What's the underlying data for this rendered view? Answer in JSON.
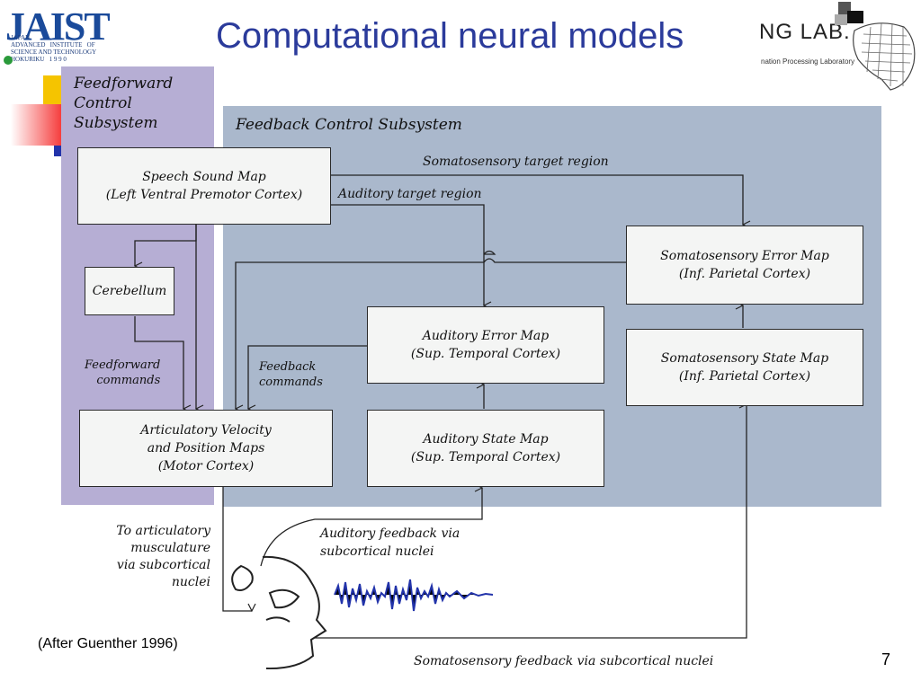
{
  "header": {
    "logo_main": "JAIST",
    "logo_sub": "JAPAN\nADVANCED   INSTITUTE   OF\nSCIENCE AND TECHNOLOGY\nHOKURIKU   1 9 9 0",
    "title": "Computational neural models",
    "lab_name": "NG LAB.",
    "lab_subtitle": "nation Processing Laboratory"
  },
  "diagram": {
    "feedforward_label": "Feedforward\nControl\nSubsystem",
    "feedback_label": "Feedback Control Subsystem",
    "boxes": {
      "speech_sound_map": "Speech Sound Map\n(Left Ventral Premotor Cortex)",
      "cerebellum": "Cerebellum",
      "articulatory_maps": "Articulatory Velocity\nand Position Maps\n(Motor Cortex)",
      "auditory_error_map": "Auditory Error Map\n(Sup. Temporal Cortex)",
      "auditory_state_map": "Auditory State Map\n(Sup. Temporal Cortex)",
      "somatosensory_error_map": "Somatosensory Error Map\n(Inf. Parietal Cortex)",
      "somatosensory_state_map": "Somatosensory State Map\n(Inf. Parietal Cortex)"
    },
    "labels": {
      "somatosensory_target": "Somatosensory target region",
      "auditory_target": "Auditory target region",
      "feedforward_commands": "Feedforward\ncommands",
      "feedback_commands": "Feedback\ncommands",
      "to_articulatory": "To articulatory\nmusculature\nvia subcortical\nnuclei",
      "auditory_feedback": "Auditory feedback via\nsubcortical nuclei",
      "somatosensory_feedback": "Somatosensory feedback via subcortical nuclei"
    }
  },
  "footer": {
    "citation": "(After Guenther 1996)",
    "page_number": "7"
  },
  "colors": {
    "title_blue": "#2b3b9b",
    "feedforward_panel": "#b6aed4",
    "feedback_panel": "#aab8cc",
    "box_fill": "#f4f5f4"
  }
}
